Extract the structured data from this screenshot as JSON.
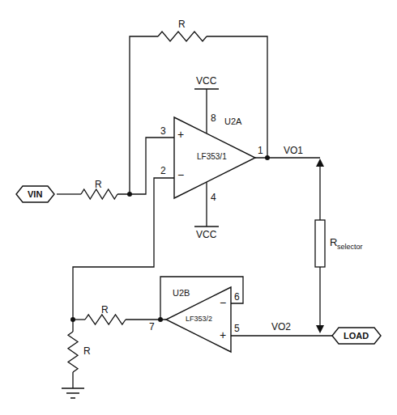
{
  "diagram": {
    "nodes": [
      {
        "text": [
          "U2A",
          "+",
          "−",
          "LF353/1"
        ]
      },
      {
        "text": [
          "VIN"
        ]
      },
      {
        "text": [
          "U2B",
          "−",
          "+",
          "LF353/2"
        ]
      },
      {
        "text": [
          "LOAD"
        ]
      }
    ],
    "edges": [
      {
        "from": 2,
        "to": 3,
        "arrow": "none",
        "label": "VO2"
      }
    ],
    "labels": [
      "R",
      "VCC",
      "8",
      "3",
      "1",
      "VO1",
      "2",
      "R",
      "4",
      "VCC",
      "R",
      "selector",
      "6",
      "R",
      "7",
      "5",
      "R"
    ]
  }
}
